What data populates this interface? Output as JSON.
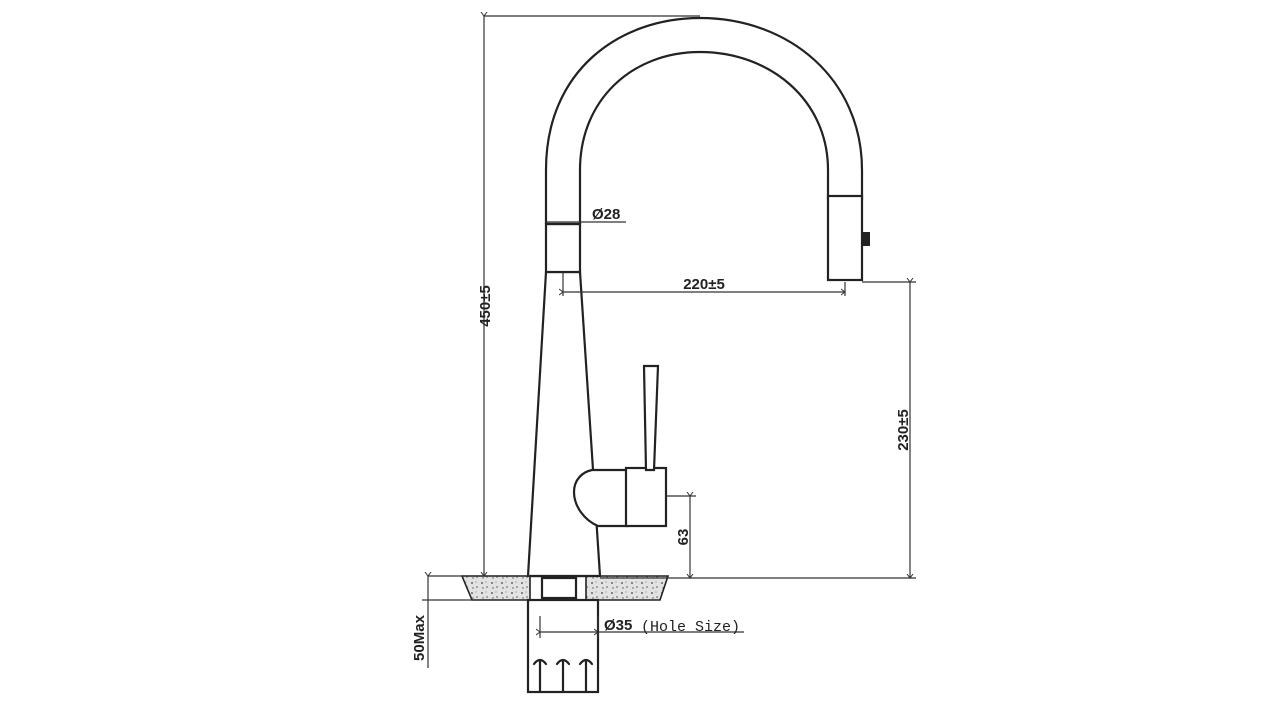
{
  "diagram": {
    "colors": {
      "line": "#222222",
      "background": "#ffffff",
      "stone": "#bdbdbd"
    },
    "dimensions": {
      "total_height": "450±5",
      "spout_reach": "220±5",
      "spout_clearance": "230±5",
      "hose_diameter": "Ø28",
      "handle_height": "63",
      "hole_diameter": "Ø35",
      "hole_note": "(Hole Size)",
      "deck_thickness": "50Max"
    }
  }
}
